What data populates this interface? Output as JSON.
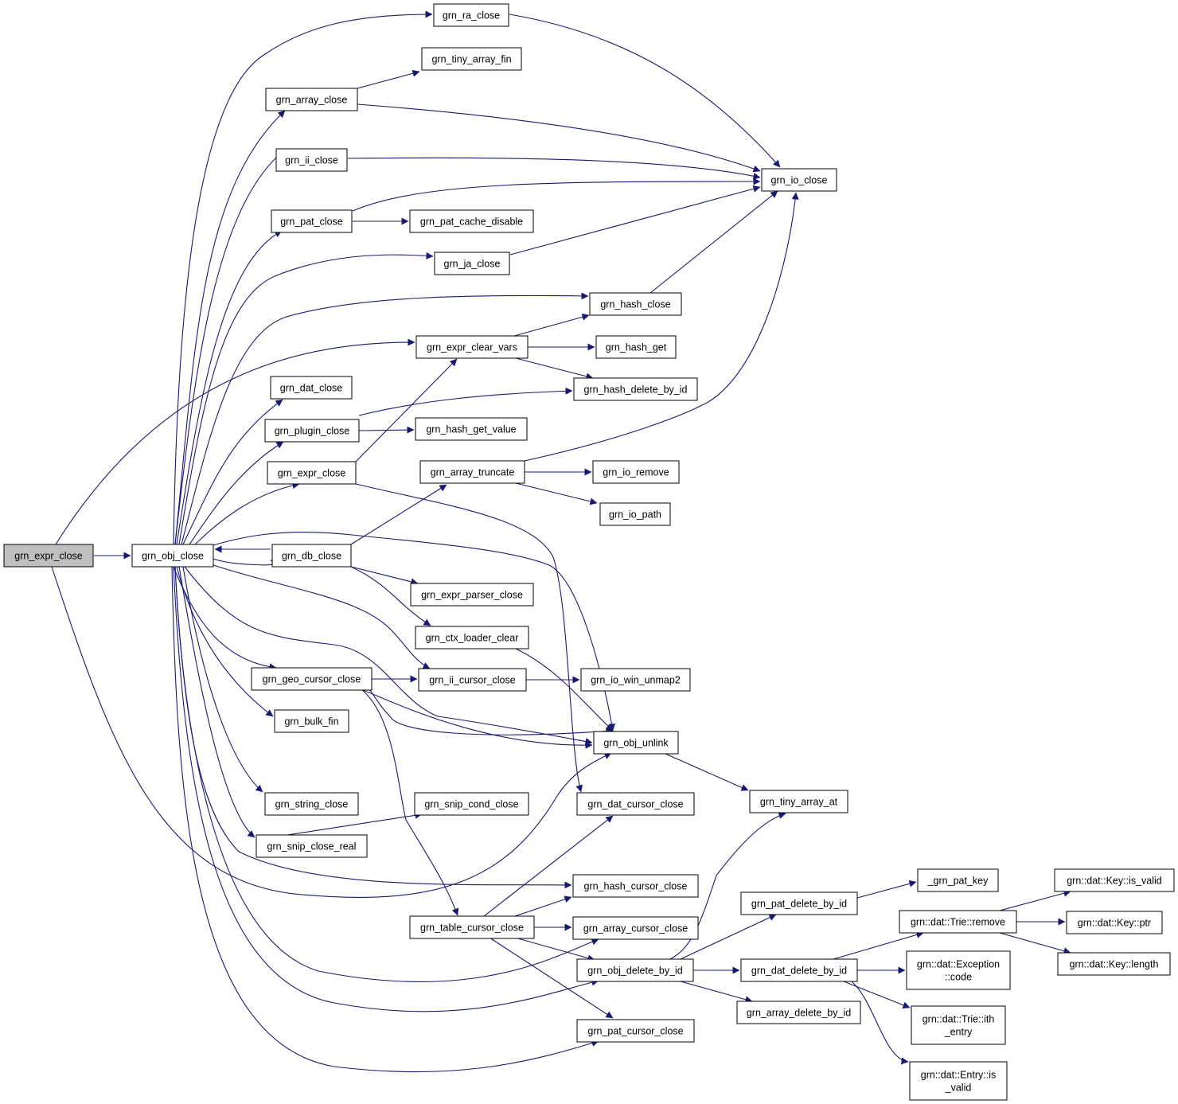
{
  "nodes": [
    {
      "id": "root",
      "label": "grn_expr_close"
    },
    {
      "id": "obj_close",
      "label": "grn_obj_close"
    },
    {
      "id": "ra_close",
      "label": "grn_ra_close"
    },
    {
      "id": "tiny_array_fin",
      "label": "grn_tiny_array_fin"
    },
    {
      "id": "array_close",
      "label": "grn_array_close"
    },
    {
      "id": "ii_close",
      "label": "grn_ii_close"
    },
    {
      "id": "io_close",
      "label": "grn_io_close"
    },
    {
      "id": "pat_close",
      "label": "grn_pat_close"
    },
    {
      "id": "pat_cache_disable",
      "label": "grn_pat_cache_disable"
    },
    {
      "id": "ja_close",
      "label": "grn_ja_close"
    },
    {
      "id": "hash_close",
      "label": "grn_hash_close"
    },
    {
      "id": "expr_clear_vars",
      "label": "grn_expr_clear_vars"
    },
    {
      "id": "hash_get",
      "label": "grn_hash_get"
    },
    {
      "id": "dat_close",
      "label": "grn_dat_close"
    },
    {
      "id": "hash_delete_by_id",
      "label": "grn_hash_delete_by_id"
    },
    {
      "id": "plugin_close",
      "label": "grn_plugin_close"
    },
    {
      "id": "hash_get_value",
      "label": "grn_hash_get_value"
    },
    {
      "id": "expr_close2",
      "label": "grn_expr_close"
    },
    {
      "id": "array_truncate",
      "label": "grn_array_truncate"
    },
    {
      "id": "io_remove",
      "label": "grn_io_remove"
    },
    {
      "id": "io_path",
      "label": "grn_io_path"
    },
    {
      "id": "db_close",
      "label": "grn_db_close"
    },
    {
      "id": "expr_parser_close",
      "label": "grn_expr_parser_close"
    },
    {
      "id": "ctx_loader_clear",
      "label": "grn_ctx_loader_clear"
    },
    {
      "id": "geo_cursor_close",
      "label": "grn_geo_cursor_close"
    },
    {
      "id": "ii_cursor_close",
      "label": "grn_ii_cursor_close"
    },
    {
      "id": "io_win_unmap2",
      "label": "grn_io_win_unmap2"
    },
    {
      "id": "bulk_fin",
      "label": "grn_bulk_fin"
    },
    {
      "id": "obj_unlink",
      "label": "grn_obj_unlink"
    },
    {
      "id": "string_close",
      "label": "grn_string_close"
    },
    {
      "id": "snip_cond_close",
      "label": "grn_snip_cond_close"
    },
    {
      "id": "dat_cursor_close",
      "label": "grn_dat_cursor_close"
    },
    {
      "id": "tiny_array_at",
      "label": "grn_tiny_array_at"
    },
    {
      "id": "snip_close_real",
      "label": "grn_snip_close_real"
    },
    {
      "id": "pat_key",
      "label": "_grn_pat_key"
    },
    {
      "id": "key_is_valid",
      "label": "grn::dat::Key::is_valid"
    },
    {
      "id": "hash_cursor_close",
      "label": "grn_hash_cursor_close"
    },
    {
      "id": "pat_delete_by_id",
      "label": "grn_pat_delete_by_id"
    },
    {
      "id": "trie_remove",
      "label": "grn::dat::Trie::remove"
    },
    {
      "id": "key_ptr",
      "label": "grn::dat::Key::ptr"
    },
    {
      "id": "table_cursor_close",
      "label": "grn_table_cursor_close"
    },
    {
      "id": "array_cursor_close",
      "label": "grn_array_cursor_close"
    },
    {
      "id": "obj_delete_by_id",
      "label": "grn_obj_delete_by_id"
    },
    {
      "id": "dat_delete_by_id",
      "label": "grn_dat_delete_by_id"
    },
    {
      "id": "exception_code",
      "label": "grn::dat::Exception\n::code"
    },
    {
      "id": "key_length",
      "label": "grn::dat::Key::length"
    },
    {
      "id": "array_delete_by_id",
      "label": "grn_array_delete_by_id"
    },
    {
      "id": "trie_ith_entry",
      "label": "grn::dat::Trie::ith\n_entry"
    },
    {
      "id": "pat_cursor_close",
      "label": "grn_pat_cursor_close"
    },
    {
      "id": "entry_is_valid",
      "label": "grn::dat::Entry::is\n_valid"
    }
  ]
}
